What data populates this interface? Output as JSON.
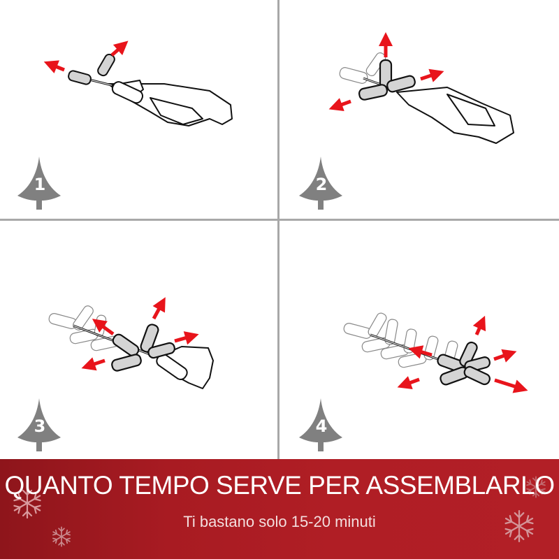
{
  "steps": [
    {
      "number": "1",
      "icon": "tree-step-icon"
    },
    {
      "number": "2",
      "icon": "tree-step-icon"
    },
    {
      "number": "3",
      "icon": "tree-step-icon"
    },
    {
      "number": "4",
      "icon": "tree-step-icon"
    }
  ],
  "banner": {
    "title": "QUANTO TEMPO SERVE PER ASSEMBLARLO",
    "subtitle": "Ti bastano solo 15-20 minuti",
    "decoration": "snowflake-icon"
  },
  "colors": {
    "arrow": "#e8141b",
    "tree_icon": "#808080",
    "divider": "#a8a8a8",
    "banner_dark": "#8e151b",
    "banner_light": "#b21f26",
    "active_branch": "#d4d4d4"
  }
}
